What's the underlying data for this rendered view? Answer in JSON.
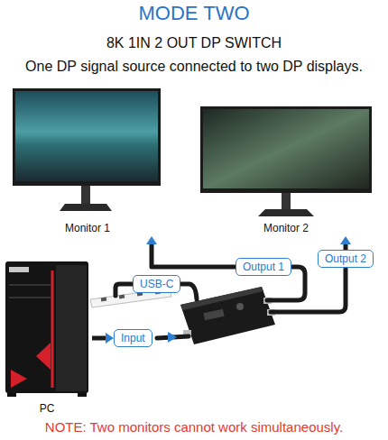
{
  "diagram": {
    "title": "MODE TWO",
    "nodes": [
      {
        "text": [
          "Monitor 1"
        ]
      },
      {
        "text": [
          "Monitor 2"
        ]
      },
      {
        "text": [
          "Output 2"
        ]
      },
      {
        "text": [
          "Output 1"
        ]
      },
      {
        "text": [
          "USB-C"
        ]
      },
      {
        "text": [
          "Input"
        ]
      },
      {
        "text": [
          "PC"
        ]
      }
    ],
    "edges": [
      {
        "from": 3,
        "to": 0,
        "arrow": "to"
      },
      {
        "from": 2,
        "to": 1,
        "arrow": "to"
      },
      {
        "from": 6,
        "to": 5,
        "arrow": "to"
      }
    ],
    "labels": [
      "8K 1IN 2 OUT DP SWITCH",
      "One DP signal source connected to two DP displays.",
      "NOTE: Two monitors cannot work simultaneously."
    ]
  }
}
